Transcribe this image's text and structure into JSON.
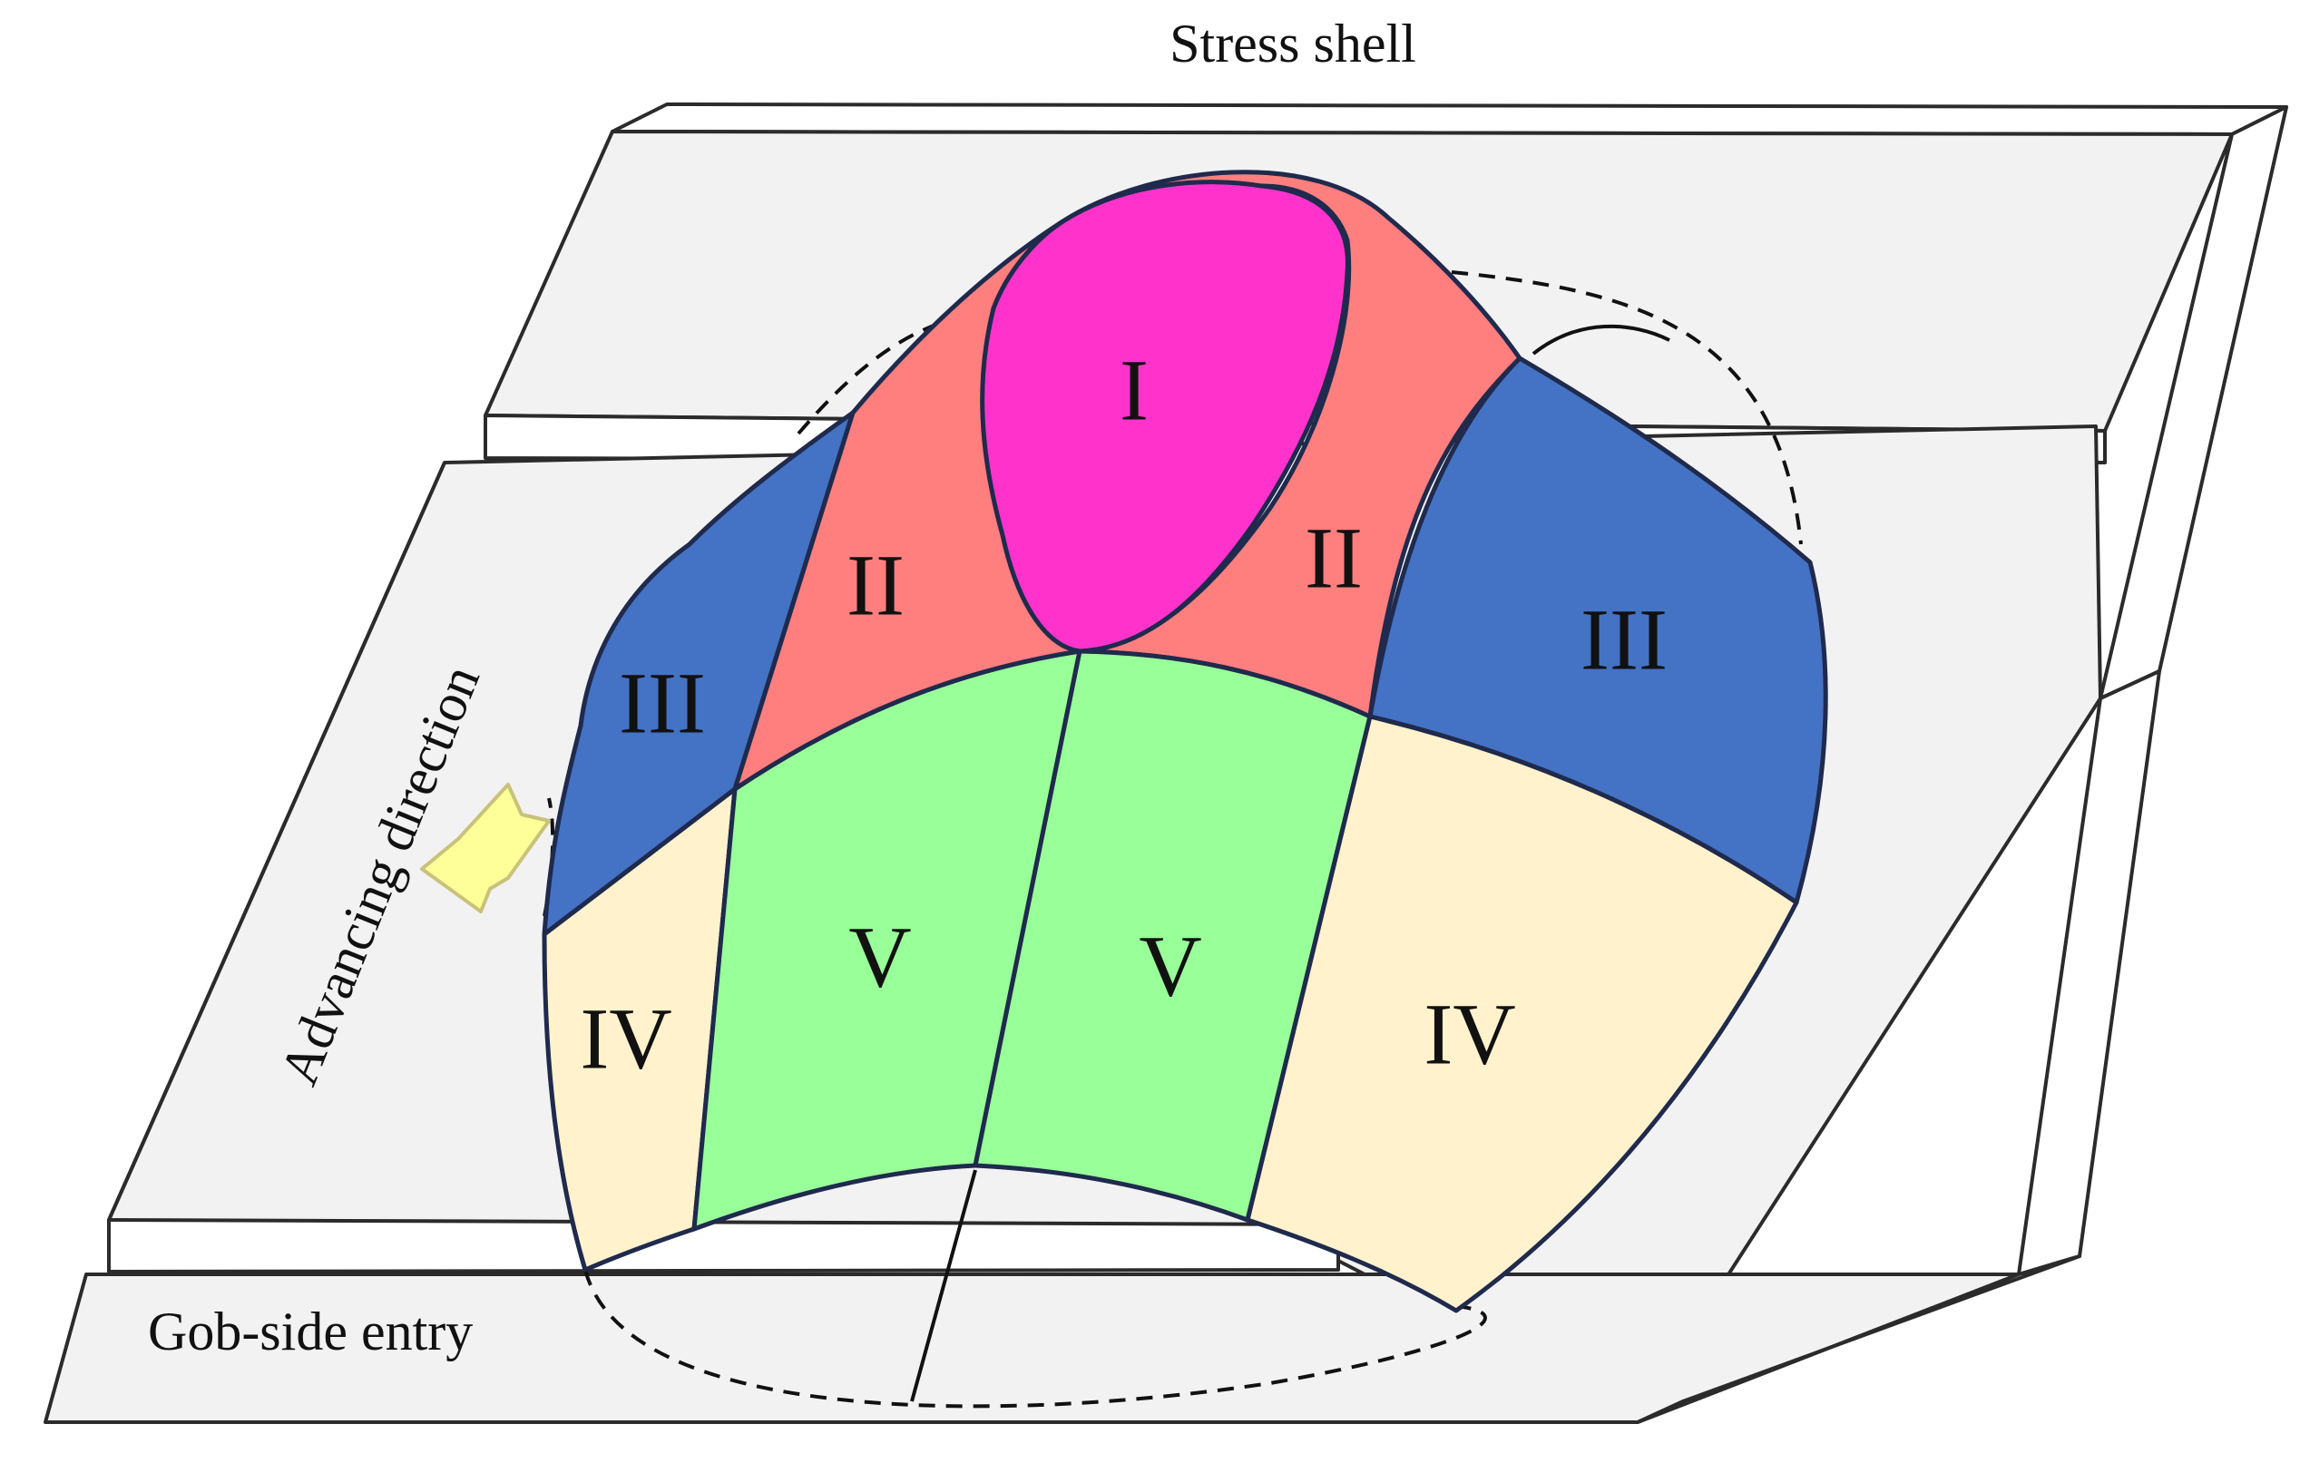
{
  "diagram": {
    "title": "Stress shell",
    "advancing_label": "Advancing direction",
    "entry_label": "Gob-side entry",
    "zones": {
      "I": "I",
      "II_left": "II",
      "II_right": "II",
      "III_left": "III",
      "III_right": "III",
      "IV_left": "IV",
      "IV_right": "IV",
      "V_left": "V",
      "V_right": "V"
    },
    "colors": {
      "zone_I": "#ff33cc",
      "zone_II": "#ff7f7f",
      "zone_III": "#4472c4",
      "zone_IV": "#fff2cc",
      "zone_V": "#99ff99",
      "plate": "#f2f2f2",
      "arrow": "#ffff99"
    }
  }
}
